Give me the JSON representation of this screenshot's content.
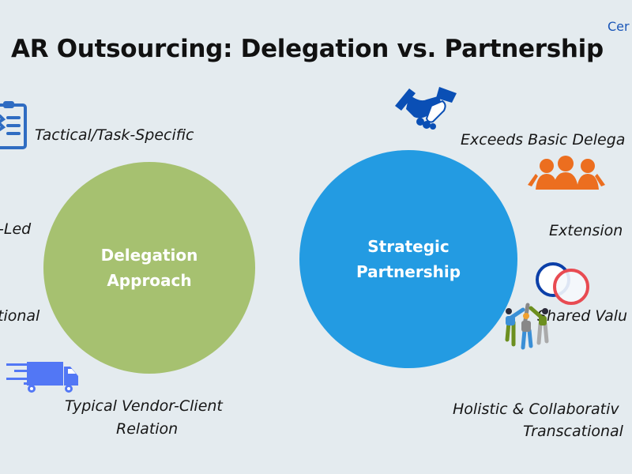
{
  "header": {
    "title": "AR Outsourcing: Delegation vs. Partnership",
    "corner_text": "Cer"
  },
  "delegation": {
    "circle_line1": "Delegation",
    "circle_line2": "Approach",
    "items": [
      "Tactical/Task-Specific",
      "-Led",
      "tional",
      "Typical Vendor-Client",
      "Relation"
    ]
  },
  "partnership": {
    "circle_line1": "Strategic",
    "circle_line2": "Partnership",
    "items": [
      "Exceeds Basic Delega",
      "Extension",
      "Shared Valu",
      "Holistic & Collaborativ",
      "Transcational"
    ]
  },
  "colors": {
    "delegation": "#a6c170",
    "partnership": "#239be2",
    "background": "#e4ebef"
  },
  "icons": [
    "clipboard-icon",
    "delivery-truck-icon",
    "handshake-icon",
    "team-icon",
    "overlapping-circles-icon",
    "celebrating-people-icon"
  ]
}
